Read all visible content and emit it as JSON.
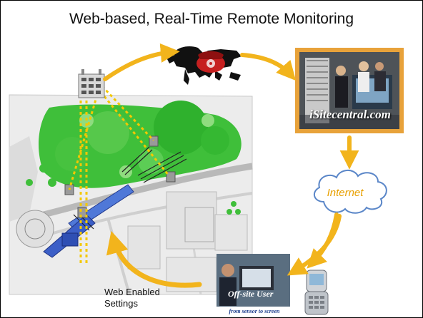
{
  "title": "Web-based, Real-Time Remote Monitoring",
  "site_name": "iSitecentral.com",
  "cloud_label": "Internet",
  "web_settings_label": "Web Enabled\nSettings",
  "offsite_user_label": "Off-site User",
  "caption": "from sensor to screen",
  "colors": {
    "arrow": "#f2b41c",
    "dotted_link": "#f4c800",
    "map_green": "#3fbf3a",
    "cloud_outline": "#5a86c8",
    "photo_frame": "#e8a23a"
  },
  "icons": [
    "world-map-icon",
    "telephone-icon",
    "sensor-device-icon",
    "cloud-icon",
    "cell-phone-icon"
  ]
}
